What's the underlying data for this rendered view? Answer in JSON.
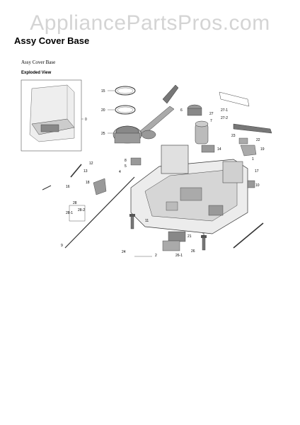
{
  "watermark": "AppliancePartsPros.com",
  "header": {
    "title": "Assy Cover Base",
    "subtitle": "Assy Cover Base",
    "section": "Exploded View"
  },
  "callouts": [
    "0",
    "15",
    "20",
    "25",
    "6",
    "7",
    "27",
    "27-1",
    "27-2",
    "23",
    "22",
    "19",
    "14",
    "8",
    "5",
    "4",
    "3",
    "12",
    "13",
    "16",
    "18",
    "1",
    "17",
    "10",
    "28",
    "28-1",
    "28-2",
    "9",
    "11",
    "21",
    "26",
    "26-1",
    "2",
    "24"
  ]
}
